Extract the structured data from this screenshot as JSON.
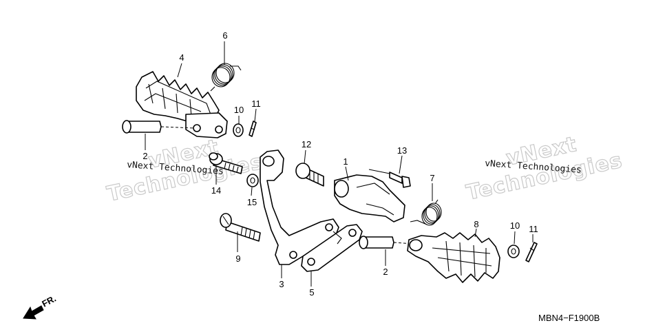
{
  "callouts": {
    "c1": "1",
    "c2a": "2",
    "c2b": "2",
    "c3": "3",
    "c4": "4",
    "c5": "5",
    "c6": "6",
    "c7": "7",
    "c8": "8",
    "c9": "9",
    "c10a": "10",
    "c10b": "10",
    "c11a": "11",
    "c11b": "11",
    "c12": "12",
    "c13": "13",
    "c14": "14",
    "c15": "15"
  },
  "watermark": {
    "line1": "vNext Technologies",
    "big1": "vNext",
    "big2": "Technologies"
  },
  "direction_label": "FR.",
  "diagram_code": "MBN4−F1900B"
}
